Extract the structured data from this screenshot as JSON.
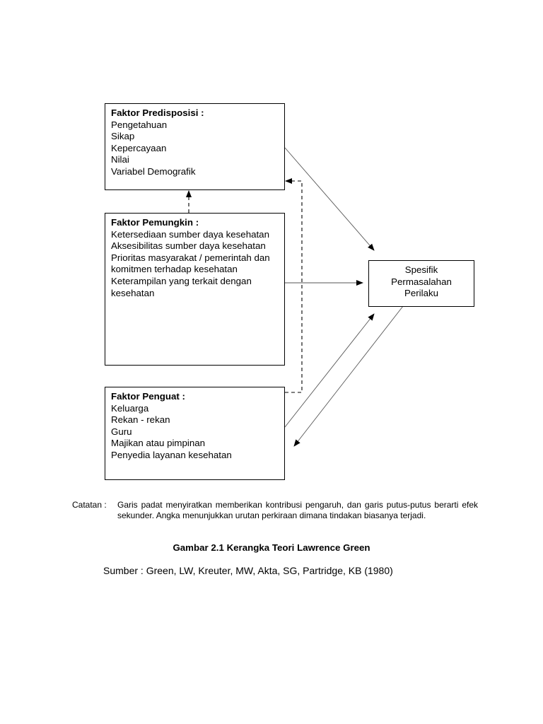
{
  "boxes": {
    "predisposisi": {
      "title": "Faktor Predisposisi :",
      "items": [
        "Pengetahuan",
        "Sikap",
        "Kepercayaan",
        "Nilai",
        "Variabel Demografik"
      ]
    },
    "pemungkin": {
      "title": "Faktor Pemungkin :",
      "items": [
        "Ketersediaan sumber daya kesehatan",
        "Aksesibilitas sumber daya kesehatan",
        "Prioritas masyarakat / pemerintah dan komitmen terhadap kesehatan",
        "Keterampilan yang terkait dengan kesehatan"
      ]
    },
    "penguat": {
      "title": "Faktor Penguat :",
      "items": [
        "Keluarga",
        "Rekan - rekan",
        "Guru",
        "Majikan atau pimpinan",
        "Penyedia layanan kesehatan"
      ]
    },
    "spesifik": {
      "lines": [
        "Spesifik",
        "Permasalahan",
        "Perilaku"
      ]
    }
  },
  "note": {
    "label": "Catatan :",
    "text": "Garis padat menyiratkan memberikan kontribusi pengaruh, dan garis putus-putus berarti efek sekunder. Angka menunjukkan urutan perkiraan dimana tindakan biasanya terjadi."
  },
  "caption": "Gambar 2.1 Kerangka Teori Lawrence Green",
  "source": "Sumber : Green, LW, Kreuter, MW, Akta, SG, Partridge, KB (1980)",
  "arrows": [
    {
      "from": "Faktor Predisposisi",
      "to": "Spesifik Permasalahan Perilaku",
      "style": "solid"
    },
    {
      "from": "Faktor Pemungkin",
      "to": "Spesifik Permasalahan Perilaku",
      "style": "solid"
    },
    {
      "from": "Faktor Penguat",
      "to": "Spesifik Permasalahan Perilaku",
      "style": "solid"
    },
    {
      "from": "Spesifik Permasalahan Perilaku",
      "to": "Faktor Penguat",
      "style": "solid"
    },
    {
      "from": "Faktor Pemungkin",
      "to": "Faktor Predisposisi",
      "style": "dashed"
    },
    {
      "from": "Faktor Penguat",
      "to": "Faktor Predisposisi",
      "style": "dashed"
    }
  ],
  "colors": {
    "line": "#000000",
    "arrow_line": "#555555",
    "background": "#ffffff"
  }
}
